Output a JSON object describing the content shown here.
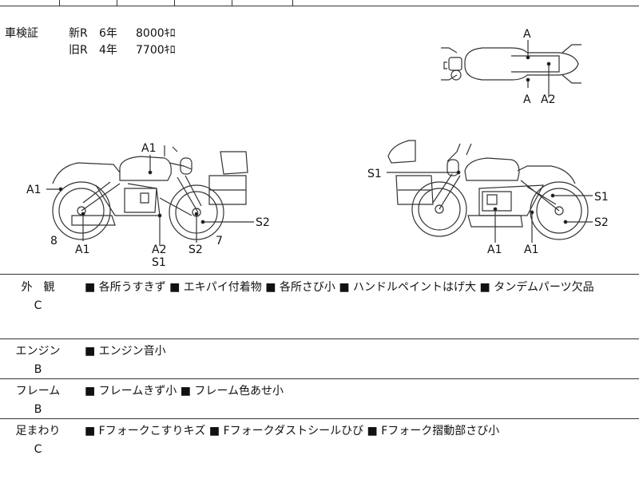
{
  "shaken": {
    "label": "車検証",
    "rows": [
      {
        "type": "新R",
        "years": "6年",
        "km": "8000ｷﾛ"
      },
      {
        "type": "旧R",
        "years": "4年",
        "km": "7700ｷﾛ"
      }
    ]
  },
  "diagram_labels": {
    "top_a_upper": "A",
    "top_a_lower": "A",
    "top_a2": "A2",
    "left_a1_tank": "A1",
    "left_a1_front": "A1",
    "left_8": "8",
    "left_a1_bottom": "A1",
    "left_a2": "A2",
    "left_s1": "S1",
    "left_s2_bottom": "S2",
    "left_7": "7",
    "left_s2_right": "S2",
    "right_s1_left": "S1",
    "right_s1_right": "S1",
    "right_s2_right": "S2",
    "right_a1_left": "A1",
    "right_a1_right": "A1"
  },
  "inspection": [
    {
      "item": "外　観",
      "grade": "C",
      "notes": "■ 各所うすきず ■ エキパイ付着物 ■ 各所さび小 ■ ハンドルペイントはげ大 ■ タンデムパーツ欠品"
    },
    {
      "item": "エンジン",
      "grade": "B",
      "notes": "■ エンジン音小"
    },
    {
      "item": "フレーム",
      "grade": "B",
      "notes": "■ フレームきず小 ■ フレーム色あせ小"
    },
    {
      "item": "足まわり",
      "grade": "C",
      "notes": "■ Fフォークこすりキズ ■ Fフォークダストシールひび ■ Fフォーク摺動部さび小"
    }
  ]
}
